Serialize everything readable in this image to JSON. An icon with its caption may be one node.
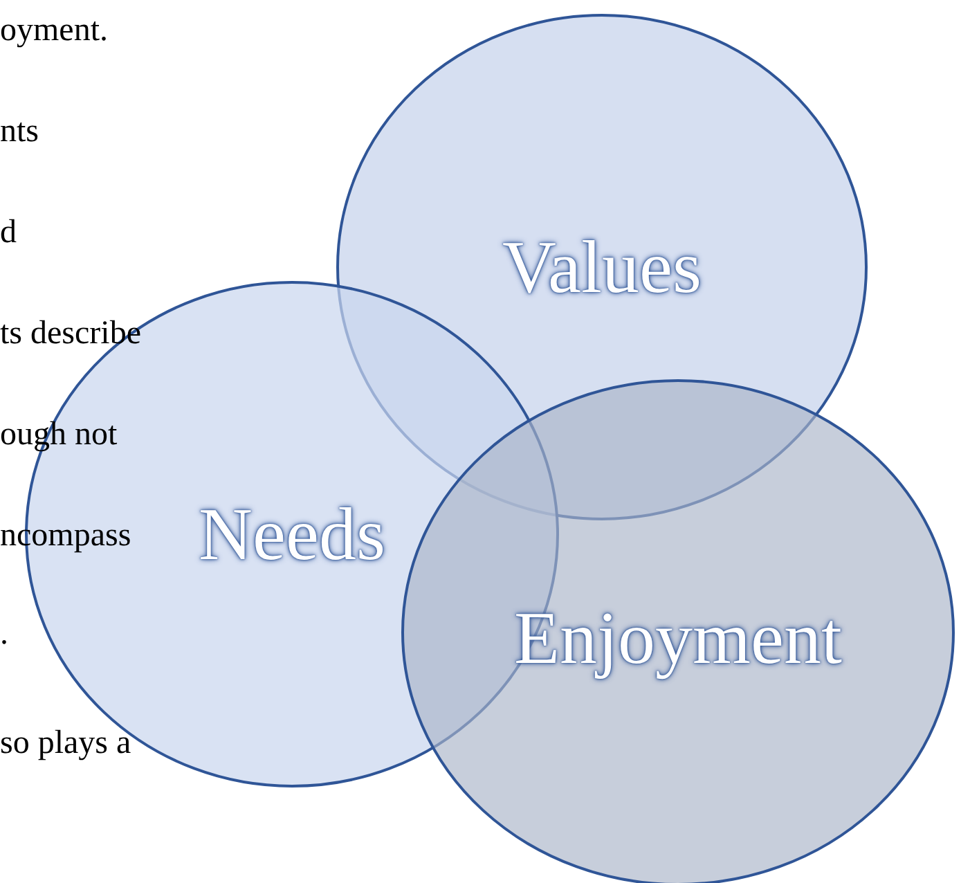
{
  "diagram": {
    "nodes": [
      {
        "text": [
          "Values"
        ]
      },
      {
        "text": [
          "Needs"
        ]
      },
      {
        "text": [
          "Enjoyment"
        ]
      }
    ],
    "labels": [
      "oyment.",
      "nts",
      "d",
      "ts describe",
      "ough not",
      "ncompass",
      ".",
      "so plays a"
    ]
  }
}
